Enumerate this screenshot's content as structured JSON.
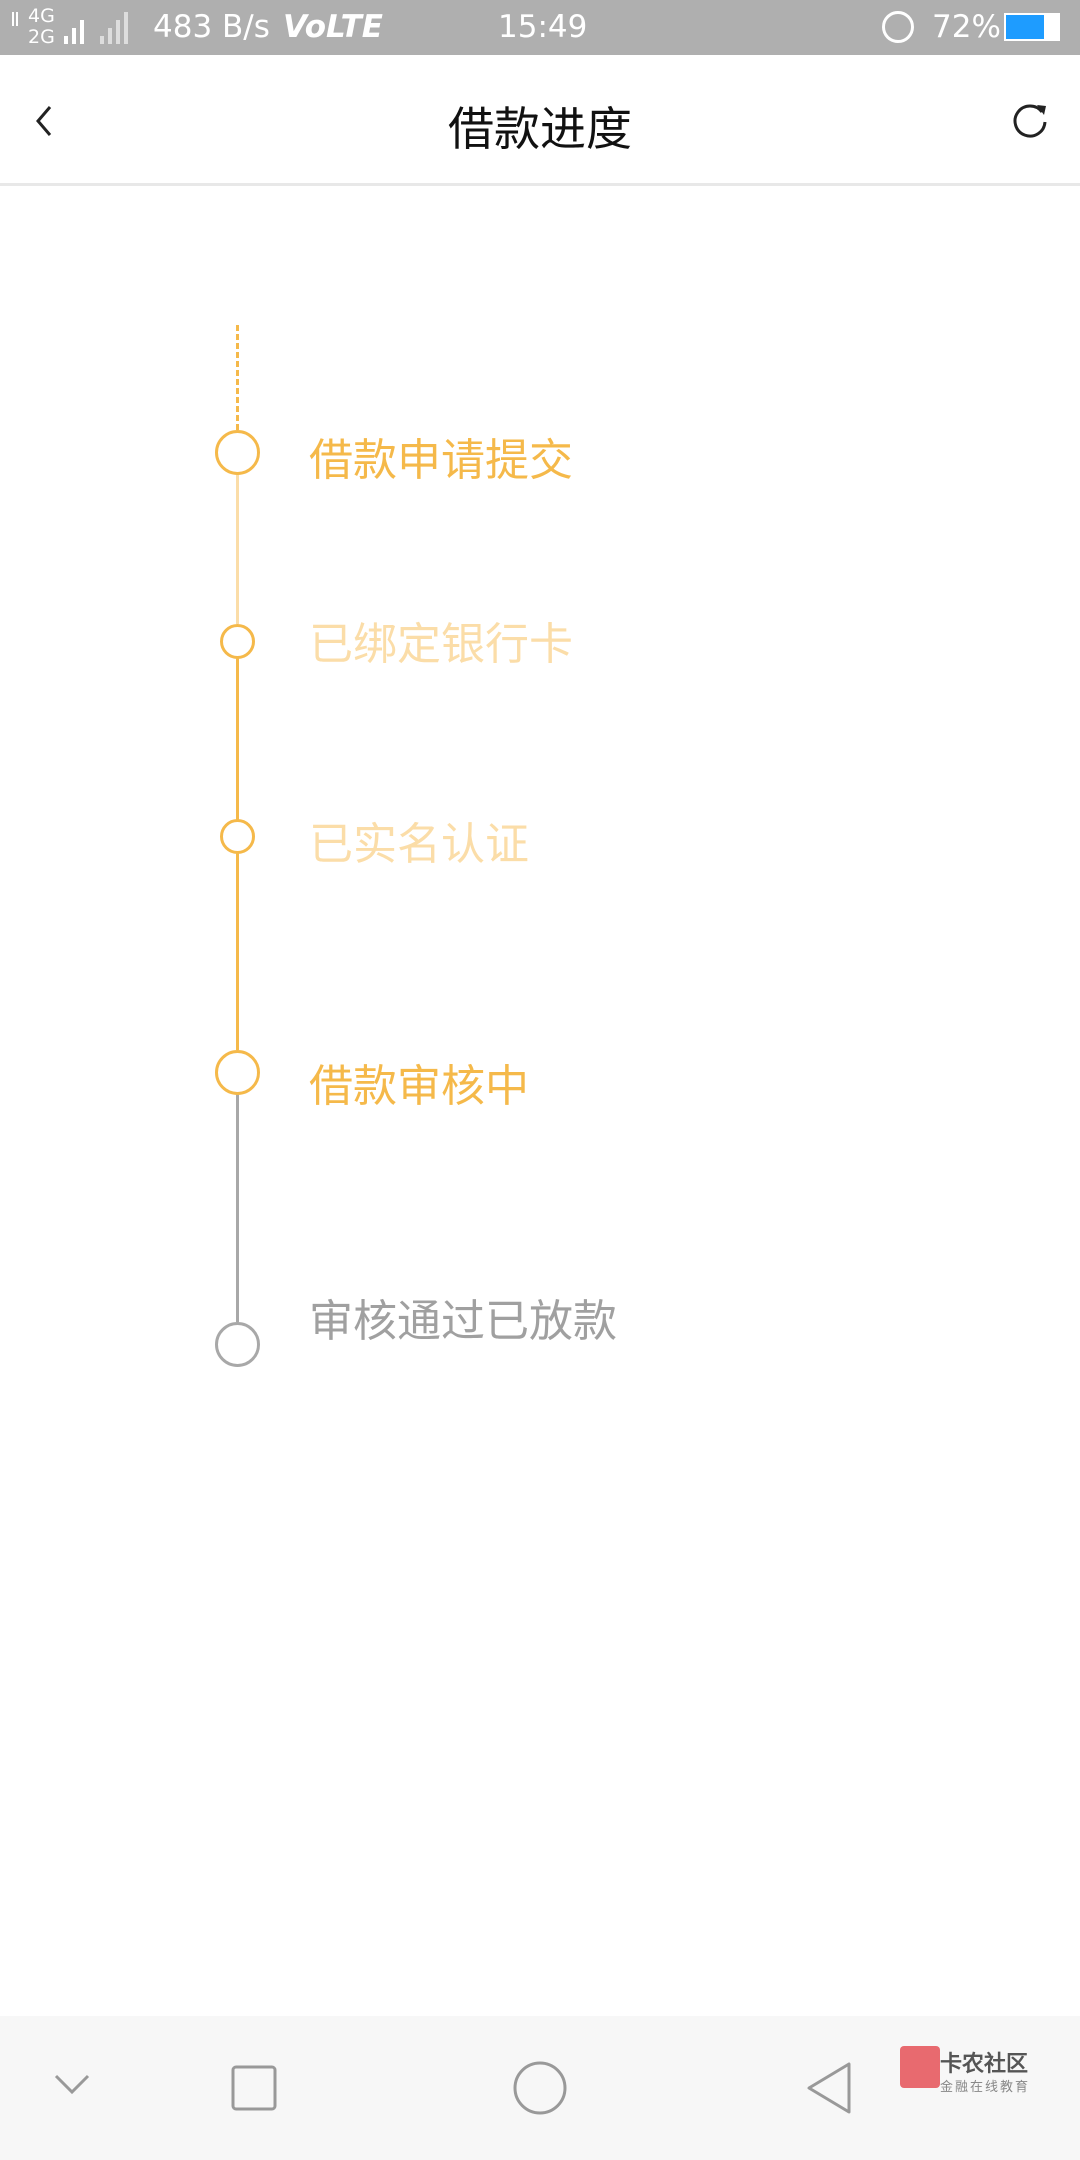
{
  "status_bar": {
    "network": "4G 2G",
    "speed": "483 B/s",
    "volte": "VoLTE",
    "time": "15:49",
    "battery": "72%"
  },
  "header": {
    "title": "借款进度",
    "back_icon": "chevron-left-icon",
    "refresh_icon": "refresh-icon"
  },
  "timeline": {
    "steps": [
      {
        "label": "借款申请提交",
        "state": "done"
      },
      {
        "label": "已绑定银行卡",
        "state": "done-faded"
      },
      {
        "label": "已实名认证",
        "state": "done-faded"
      },
      {
        "label": "借款审核中",
        "state": "current"
      },
      {
        "label": "审核通过已放款",
        "state": "pending"
      }
    ]
  },
  "colors": {
    "active": "#F5B94A",
    "faded": "#FBDDA8",
    "pending": "#A8A8A8"
  },
  "watermark": {
    "name": "卡农社区",
    "tagline": "金融在线教育"
  }
}
